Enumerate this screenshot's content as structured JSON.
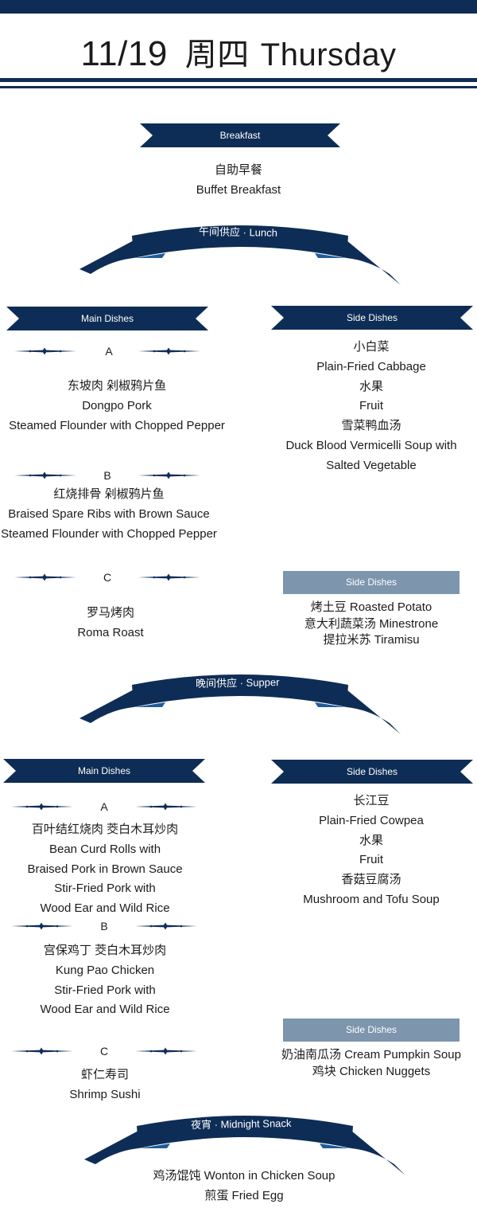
{
  "header": {
    "date": "11/19",
    "weekday_cn": "周四",
    "weekday_en": "Thursday"
  },
  "colors": {
    "navy": "#0e2d56",
    "navy_mid": "#1d5c9e",
    "grey_blue": "#7d95ad"
  },
  "breakfast": {
    "label": "Breakfast",
    "items": [
      "自助早餐",
      "Buffet Breakfast"
    ]
  },
  "lunch": {
    "label": "午间供应 · Lunch",
    "main_label": "Main Dishes",
    "side_label": "Side Dishes",
    "options": [
      {
        "letter": "A",
        "items": [
          "东坡肉  剁椒鸦片鱼",
          "Dongpo Pork",
          "Steamed Flounder with Chopped Pepper"
        ]
      },
      {
        "letter": "B",
        "items": [
          "红烧排骨  剁椒鸦片鱼",
          "Braised Spare Ribs with Brown Sauce",
          "Steamed Flounder with Chopped Pepper"
        ]
      },
      {
        "letter": "C",
        "items": [
          "罗马烤肉",
          "Roma Roast"
        ]
      }
    ],
    "sides": [
      "小白菜",
      "Plain-Fried Cabbage",
      "水果",
      "Fruit",
      "雪菜鸭血汤",
      "Duck Blood Vermicelli Soup with",
      "Salted Vegetable"
    ],
    "c_side_label": "Side Dishes",
    "c_sides": [
      "烤土豆 Roasted Potato",
      "意大利蔬菜汤 Minestrone",
      "提拉米苏 Tiramisu"
    ]
  },
  "supper": {
    "label": "晚间供应 · Supper",
    "main_label": "Main Dishes",
    "side_label": "Side Dishes",
    "options": [
      {
        "letter": "A",
        "items": [
          "百叶结红烧肉  茭白木耳炒肉",
          "Bean Curd Rolls with",
          "Braised Pork in Brown Sauce",
          "Stir-Fried Pork with",
          "Wood Ear and Wild Rice"
        ]
      },
      {
        "letter": "B",
        "items": [
          "宫保鸡丁  茭白木耳炒肉",
          "Kung Pao Chicken",
          "Stir-Fried Pork with",
          "Wood Ear and Wild Rice"
        ]
      },
      {
        "letter": "C",
        "items": [
          "虾仁寿司",
          "Shrimp Sushi"
        ]
      }
    ],
    "sides": [
      "长江豆",
      "Plain-Fried Cowpea",
      "水果",
      "Fruit",
      "香菇豆腐汤",
      "Mushroom and Tofu Soup"
    ],
    "c_side_label": "Side Dishes",
    "c_sides": [
      "奶油南瓜汤 Cream Pumpkin Soup",
      "鸡块 Chicken Nuggets"
    ]
  },
  "midnight": {
    "label": "夜宵  · Midnight Snack",
    "items": [
      "鸡汤馄饨 Wonton in Chicken Soup",
      "煎蛋 Fried Egg"
    ]
  }
}
